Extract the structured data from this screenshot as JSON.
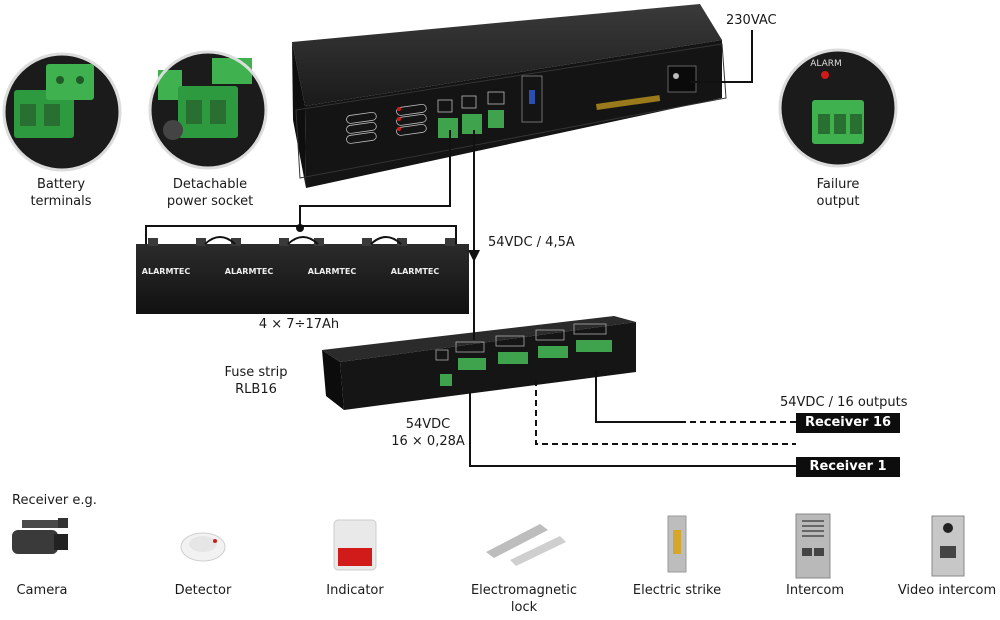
{
  "labels": {
    "power_in": "230VAC",
    "battery_terminals": "Battery\nterminals",
    "detachable_socket": "Detachable\npower socket",
    "failure_output": "Failure\noutput",
    "main_output": "54VDC / 4,5A",
    "batteries": "4 × 7÷17Ah",
    "fuse_strip": "Fuse strip\nRLB16",
    "strip_output": "54VDC\n16 × 0,28A",
    "outputs": "54VDC / 16 outputs",
    "receiver_eg": "Receiver e.g."
  },
  "receivers": [
    "Receiver 16",
    "Receiver 1"
  ],
  "battery_brand": "ALARMTEC",
  "devices": [
    {
      "label": "Camera",
      "icon": "camera-icon"
    },
    {
      "label": "Detector",
      "icon": "smoke-detector-icon"
    },
    {
      "label": "Indicator",
      "icon": "siren-indicator-icon"
    },
    {
      "label": "Electromagnetic\nlock",
      "icon": "electromagnetic-lock-icon"
    },
    {
      "label": "Electric strike",
      "icon": "electric-strike-icon"
    },
    {
      "label": "Intercom",
      "icon": "intercom-icon"
    },
    {
      "label": "Video intercom",
      "icon": "video-intercom-icon"
    }
  ],
  "colors": {
    "terminal_green": "#3fa34d",
    "chassis": "#1c1c1c",
    "alarm_red": "#d11a1a"
  }
}
